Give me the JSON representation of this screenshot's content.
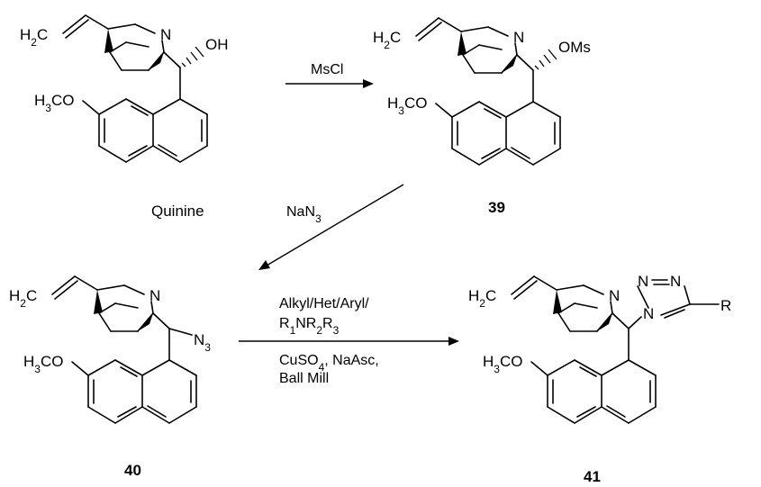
{
  "compounds": {
    "quinine": {
      "name": "Quinine",
      "vinyl": "H2C",
      "amine": "N",
      "substituent": "OH",
      "methoxy": "H3CO"
    },
    "c39": {
      "number": "39",
      "vinyl": "H2C",
      "amine": "N",
      "substituent": "OMs",
      "methoxy": "H3CO"
    },
    "c40": {
      "number": "40",
      "vinyl": "H2C",
      "amine": "N",
      "substituent": "N3",
      "methoxy": "H3CO"
    },
    "c41": {
      "number": "41",
      "vinyl": "H2C",
      "amine": "N",
      "methoxy": "H3CO",
      "triazole_n": "N",
      "triazole_r": "R"
    }
  },
  "reactions": {
    "step1": {
      "reagent": "MsCl"
    },
    "step2": {
      "reagent": "NaN3"
    },
    "step3": {
      "reagent_line1": "Alkyl/Het/Aryl/",
      "reagent_line2": "R1NR2R3",
      "reagent_line3": "CuSO4, NaAsc,",
      "reagent_line4": "Ball Mill"
    }
  }
}
